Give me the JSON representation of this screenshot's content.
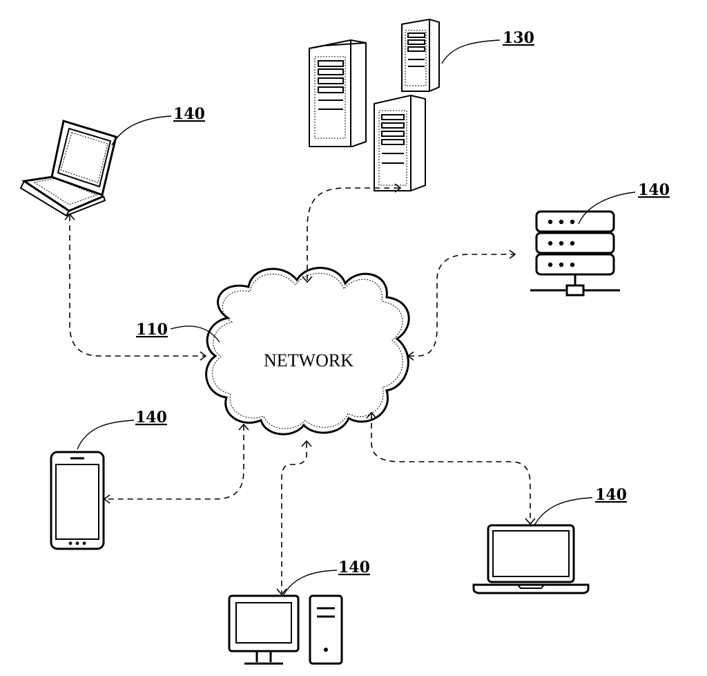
{
  "network": {
    "label": "NETWORK",
    "ref": "110"
  },
  "server_farm": {
    "ref": "130"
  },
  "devices": [
    {
      "kind": "laptop-3d",
      "ref": "140"
    },
    {
      "kind": "rack-server",
      "ref": "140"
    },
    {
      "kind": "smartphone",
      "ref": "140"
    },
    {
      "kind": "desktop-computer",
      "ref": "140"
    },
    {
      "kind": "laptop",
      "ref": "140"
    }
  ]
}
